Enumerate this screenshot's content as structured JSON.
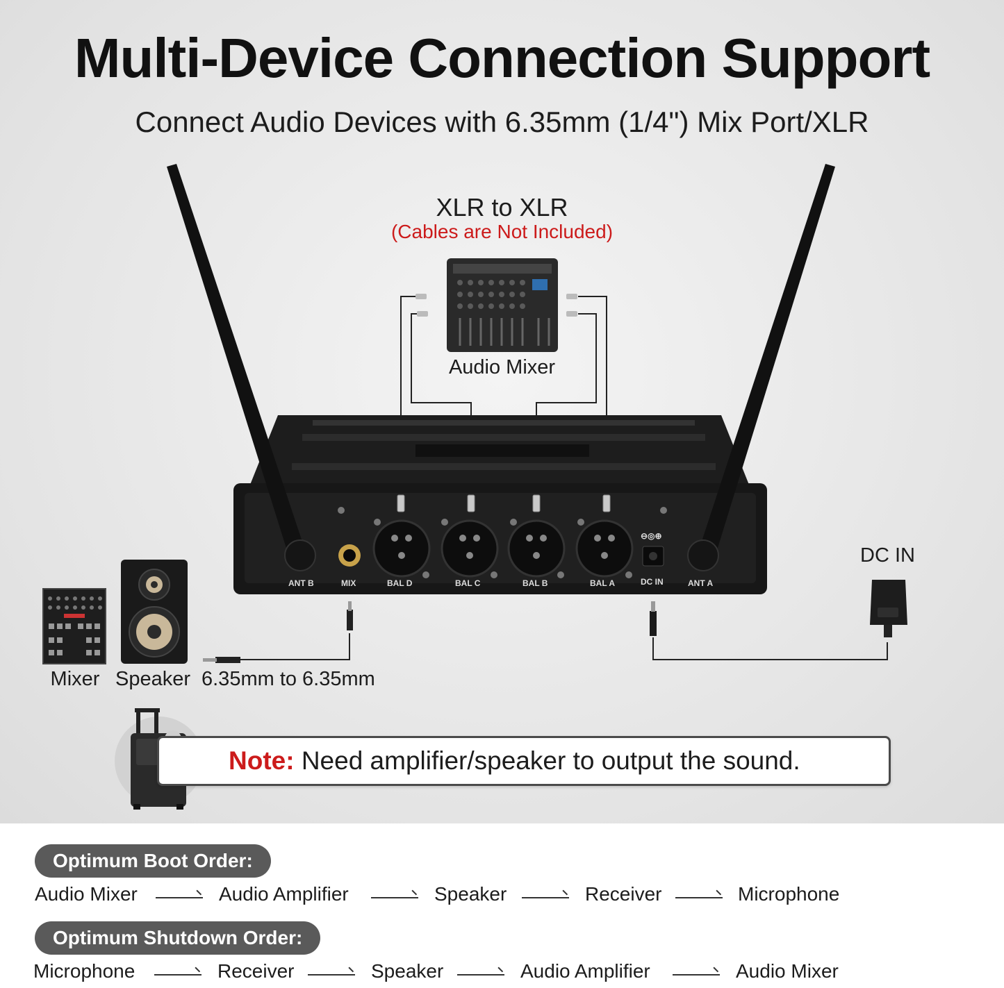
{
  "header": {
    "title": "Multi-Device Connection Support",
    "subtitle": "Connect Audio Devices with 6.35mm (1/4\") Mix Port/XLR"
  },
  "xlr_section": {
    "title": "XLR to XLR",
    "note": "(Cables are Not Included)",
    "device_label": "Audio Mixer"
  },
  "receiver_ports": {
    "ant_b": "ANT B",
    "mix": "MIX",
    "bal_d": "BAL D",
    "bal_c": "BAL C",
    "bal_b": "BAL B",
    "bal_a": "BAL A",
    "dc_in": "DC IN",
    "ant_a": "ANT A"
  },
  "power": {
    "label": "DC IN"
  },
  "mix_section": {
    "mixer_label": "Mixer",
    "speaker_label": "Speaker",
    "cable_label": "6.35mm to 6.35mm"
  },
  "note": {
    "keyword": "Note:",
    "text": " Need amplifier/speaker to output the sound."
  },
  "boot_order": {
    "title": "Optimum Boot Order:",
    "steps": [
      "Audio Mixer",
      "Audio Amplifier",
      "Speaker",
      "Receiver",
      "Microphone"
    ]
  },
  "shutdown_order": {
    "title": "Optimum Shutdown Order:",
    "steps": [
      "Microphone",
      "Receiver",
      "Speaker",
      "Audio Amplifier",
      "Audio Mixer"
    ]
  },
  "colors": {
    "accent_red": "#cc1b1b",
    "pill_gray": "#5a5a5a",
    "device_black": "#1b1b1b"
  }
}
